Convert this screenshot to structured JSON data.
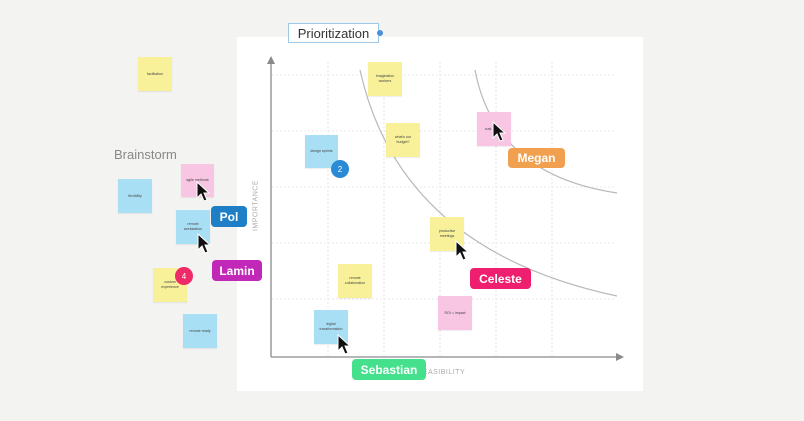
{
  "title": "Prioritization",
  "brainstorm_label": "Brainstorm",
  "axes": {
    "y_label": "IMPORTANCE",
    "x_label": "FEASIBILITY"
  },
  "notes": {
    "facilitation": "facilitation",
    "agile_methods": "agile methods",
    "flexibility": "flexibility",
    "remote_workstation": "remote workstation",
    "custom_experience": "custom experience",
    "remote_ready": "remote ready",
    "imagination_workers": "imagination workers",
    "whats_our_budget": "what's our budget?",
    "design_sprints": "design sprints",
    "productive_meetings": "productive meetings",
    "remote_collaboration": "remote collaboration",
    "roi_impact": "ROI = impact",
    "digital_transformation": "digital transformation",
    "customer_research": "cust... res..."
  },
  "collaborators": {
    "pol": "Pol",
    "lamin": "Lamin",
    "megan": "Megan",
    "celeste": "Celeste",
    "sebastian": "Sebastian"
  },
  "badges": {
    "blue": "2",
    "pink": "4"
  },
  "colors": {
    "pol": "#1f7fc6",
    "lamin": "#c228b8",
    "megan": "#f0a04f",
    "celeste": "#ee1f6e",
    "sebastian": "#45e08b",
    "badge_blue": "#2a8ad6",
    "badge_pink": "#ee2a68"
  }
}
